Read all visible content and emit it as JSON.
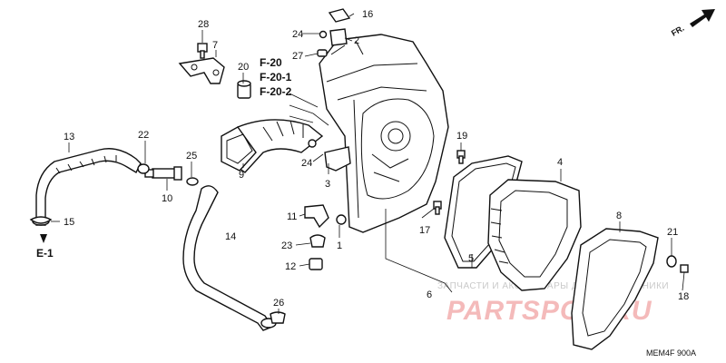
{
  "diagram": {
    "code": "MEM4F 900A",
    "direction_label": "FR.",
    "references": [
      "F-20",
      "F-20-1",
      "F-20-2",
      "E-1"
    ],
    "callouts": [
      "28",
      "7",
      "20",
      "24",
      "2",
      "16",
      "27",
      "13",
      "22",
      "25",
      "10",
      "15",
      "9",
      "19",
      "24",
      "3",
      "4",
      "11",
      "1",
      "23",
      "12",
      "14",
      "17",
      "8",
      "21",
      "18",
      "5",
      "6",
      "26"
    ]
  },
  "watermark": {
    "top_text": "ЗАПЧАСТИ И АКСЕССУАРЫ ДЛЯ МОТОТЕХНИКИ",
    "brand": "PARTSPOR.RU"
  }
}
